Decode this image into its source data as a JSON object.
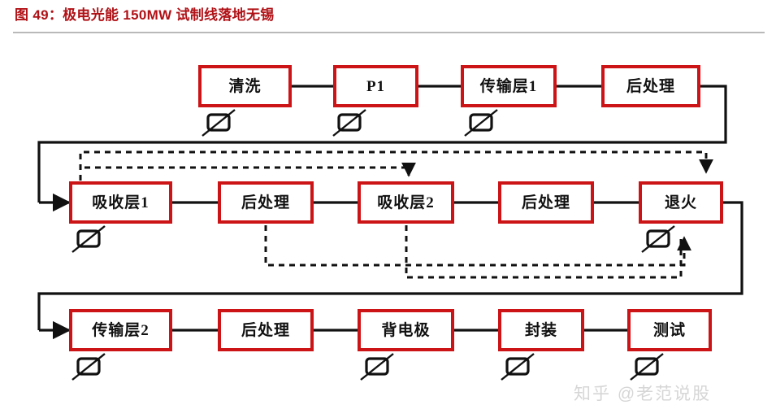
{
  "title": {
    "text": "图 49：极电光能 150MW 试制线落地无锡",
    "color": "#b01116"
  },
  "watermark": {
    "text": "知乎 @老范说股",
    "color": "#d6d6d6"
  },
  "colors": {
    "box_border": "#cc1417",
    "box_fill": "#ffffff",
    "line": "#111111",
    "dashed_line": "#111111",
    "title_rule": "#b9b9b9",
    "text": "#111111"
  },
  "diagram": {
    "type": "process-flow",
    "rows": [
      {
        "name": "row-1",
        "steps": [
          {
            "id": "qingxi",
            "label": "清洗",
            "marker": true
          },
          {
            "id": "p1",
            "label": "P1",
            "marker": true
          },
          {
            "id": "chuanshu1",
            "label": "传输层1",
            "marker": true
          },
          {
            "id": "houchuli-1",
            "label": "后处理",
            "marker": false
          }
        ]
      },
      {
        "name": "row-2",
        "steps": [
          {
            "id": "xishou1",
            "label": "吸收层1",
            "marker": true
          },
          {
            "id": "houchuli-2",
            "label": "后处理",
            "marker": false
          },
          {
            "id": "xishou2",
            "label": "吸收层2",
            "marker": false
          },
          {
            "id": "houchuli-3",
            "label": "后处理",
            "marker": false
          },
          {
            "id": "tuihuo",
            "label": "退火",
            "marker": true
          }
        ]
      },
      {
        "name": "row-3",
        "steps": [
          {
            "id": "chuanshu2",
            "label": "传输层2",
            "marker": true
          },
          {
            "id": "houchuli-4",
            "label": "后处理",
            "marker": false
          },
          {
            "id": "beidianji",
            "label": "背电极",
            "marker": true
          },
          {
            "id": "fengzhuang",
            "label": "封装",
            "marker": true
          },
          {
            "id": "ceshi",
            "label": "测试",
            "marker": true
          }
        ]
      }
    ],
    "connections": [
      {
        "from": "qingxi",
        "to": "p1",
        "style": "solid"
      },
      {
        "from": "p1",
        "to": "chuanshu1",
        "style": "solid"
      },
      {
        "from": "chuanshu1",
        "to": "houchuli-1",
        "style": "solid"
      },
      {
        "from": "houchuli-1",
        "to": "xishou1",
        "style": "solid",
        "routing": "wrap-right-down-left"
      },
      {
        "from": "xishou1",
        "to": "houchuli-2",
        "style": "solid"
      },
      {
        "from": "houchuli-2",
        "to": "xishou2",
        "style": "solid"
      },
      {
        "from": "xishou2",
        "to": "houchuli-3",
        "style": "solid"
      },
      {
        "from": "houchuli-3",
        "to": "tuihuo",
        "style": "solid"
      },
      {
        "from": "tuihuo",
        "to": "chuanshu2",
        "style": "solid",
        "routing": "wrap-right-down-left"
      },
      {
        "from": "chuanshu2",
        "to": "houchuli-4",
        "style": "solid"
      },
      {
        "from": "houchuli-4",
        "to": "beidianji",
        "style": "solid"
      },
      {
        "from": "beidianji",
        "to": "fengzhuang",
        "style": "solid"
      },
      {
        "from": "fengzhuang",
        "to": "ceshi",
        "style": "solid"
      },
      {
        "from": "xishou1",
        "to": "tuihuo",
        "style": "dashed",
        "routing": "top-over-right"
      },
      {
        "from": "xishou1",
        "to": "xishou2",
        "style": "dashed",
        "routing": "top-over-right"
      },
      {
        "from": "houchuli-2",
        "to": "tuihuo",
        "style": "dashed",
        "routing": "bottom-under-right"
      },
      {
        "from": "xishou2",
        "to": "tuihuo",
        "style": "dashed",
        "routing": "bottom-under-right"
      }
    ]
  }
}
